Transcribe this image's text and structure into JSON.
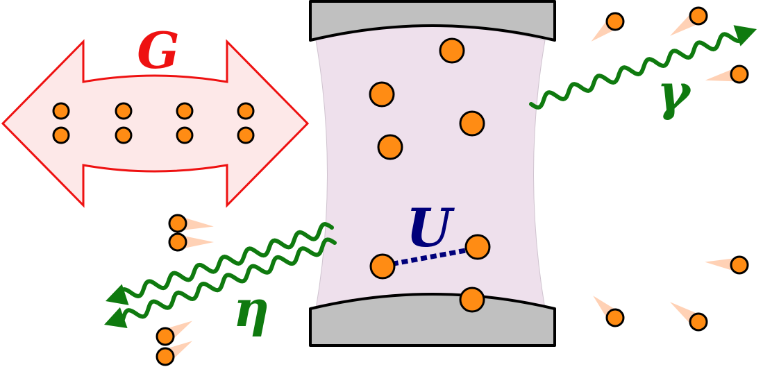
{
  "labels": {
    "pair_coupling": "G",
    "interaction": "U",
    "loss_rate": "γ",
    "pump_rate": "η"
  },
  "colors": {
    "particle_fill": "#ff8c14",
    "particle_stroke": "#000000",
    "arrow_stroke": "#ee1111",
    "arrow_fill": "#fde8e8",
    "cavity_fill": "#eee0ec",
    "mirror_fill": "#c0c0c0",
    "wave_color": "#0f7a0f",
    "interaction_color": "#00007a",
    "pair_label_color": "#ee1111",
    "trail_color": "#ffc9a8"
  },
  "icons": {
    "particle": "orange-circle",
    "double_arrow": "double-headed-arrow",
    "wavy_arrow": "wavy-photon-arrow",
    "mirror": "concave-mirror"
  }
}
